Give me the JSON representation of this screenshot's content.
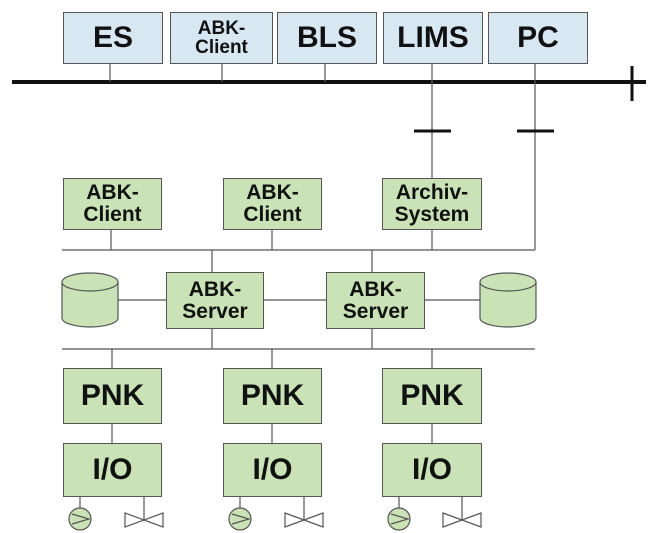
{
  "top_row": [
    {
      "id": "es",
      "label": "ES"
    },
    {
      "id": "abk-client-top",
      "label": "ABK-\nClient"
    },
    {
      "id": "bls",
      "label": "BLS"
    },
    {
      "id": "lims",
      "label": "LIMS"
    },
    {
      "id": "pc",
      "label": "PC"
    }
  ],
  "middle_row": [
    {
      "id": "abk-client-1",
      "label": "ABK-\nClient"
    },
    {
      "id": "abk-client-2",
      "label": "ABK-\nClient"
    },
    {
      "id": "archiv-system",
      "label": "Archiv-\nSystem"
    }
  ],
  "servers": [
    {
      "id": "abk-server-1",
      "label": "ABK-\nServer"
    },
    {
      "id": "abk-server-2",
      "label": "ABK-\nServer"
    }
  ],
  "pnk": [
    {
      "id": "pnk-1",
      "label": "PNK"
    },
    {
      "id": "pnk-2",
      "label": "PNK"
    },
    {
      "id": "pnk-3",
      "label": "PNK"
    }
  ],
  "io": [
    {
      "id": "io-1",
      "label": "I/O"
    },
    {
      "id": "io-2",
      "label": "I/O"
    },
    {
      "id": "io-3",
      "label": "I/O"
    }
  ],
  "colors": {
    "top_box_fill": "#d8e8f3",
    "green_box_fill": "#c9e2b6",
    "line": "#222222",
    "thin_line": "#555555"
  },
  "icons": [
    "database-icon",
    "pump-icon",
    "valve-icon"
  ]
}
